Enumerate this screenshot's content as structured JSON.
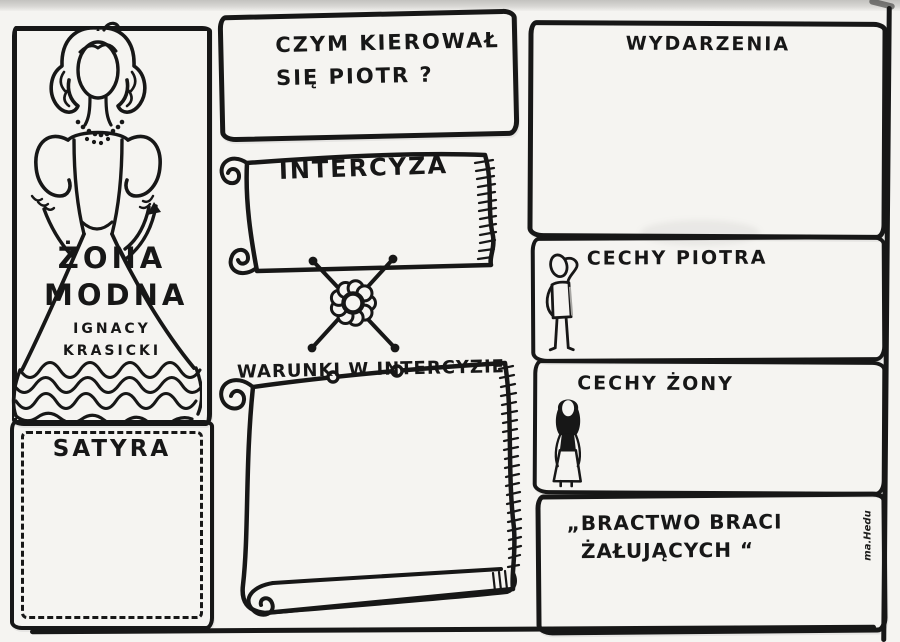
{
  "artwork": {
    "ink_color": "#171717",
    "paper_color": "#f5f4f1"
  },
  "left_panel": {
    "dress_text": {
      "line1": "ŻONA",
      "line2": "MODNA",
      "author1": "IGNACY",
      "author2": "KRASICKI"
    },
    "satyra_box": {
      "label": "SATYRA"
    }
  },
  "middle_column": {
    "question_box": {
      "line1": "CZYM KIEROWAŁ",
      "line2": "SIĘ PIOTR ?"
    },
    "intercyza_scroll": {
      "label": "INTERCYZA"
    },
    "warunki_scroll": {
      "label": "WARUNKI W INTERCYZIE"
    }
  },
  "right_column": {
    "wydarzenia_box": {
      "label": "WYDARZENIA"
    },
    "cechy_piotra_box": {
      "label": "CECHY PIOTRA"
    },
    "cechy_zony_box": {
      "label": "CECHY ŻONY"
    },
    "bractwo_box": {
      "line1": "„BRACTWO BRACI",
      "line2": "ŻAŁUJĄCYCH “"
    }
  },
  "signature": "ma.Hedu"
}
